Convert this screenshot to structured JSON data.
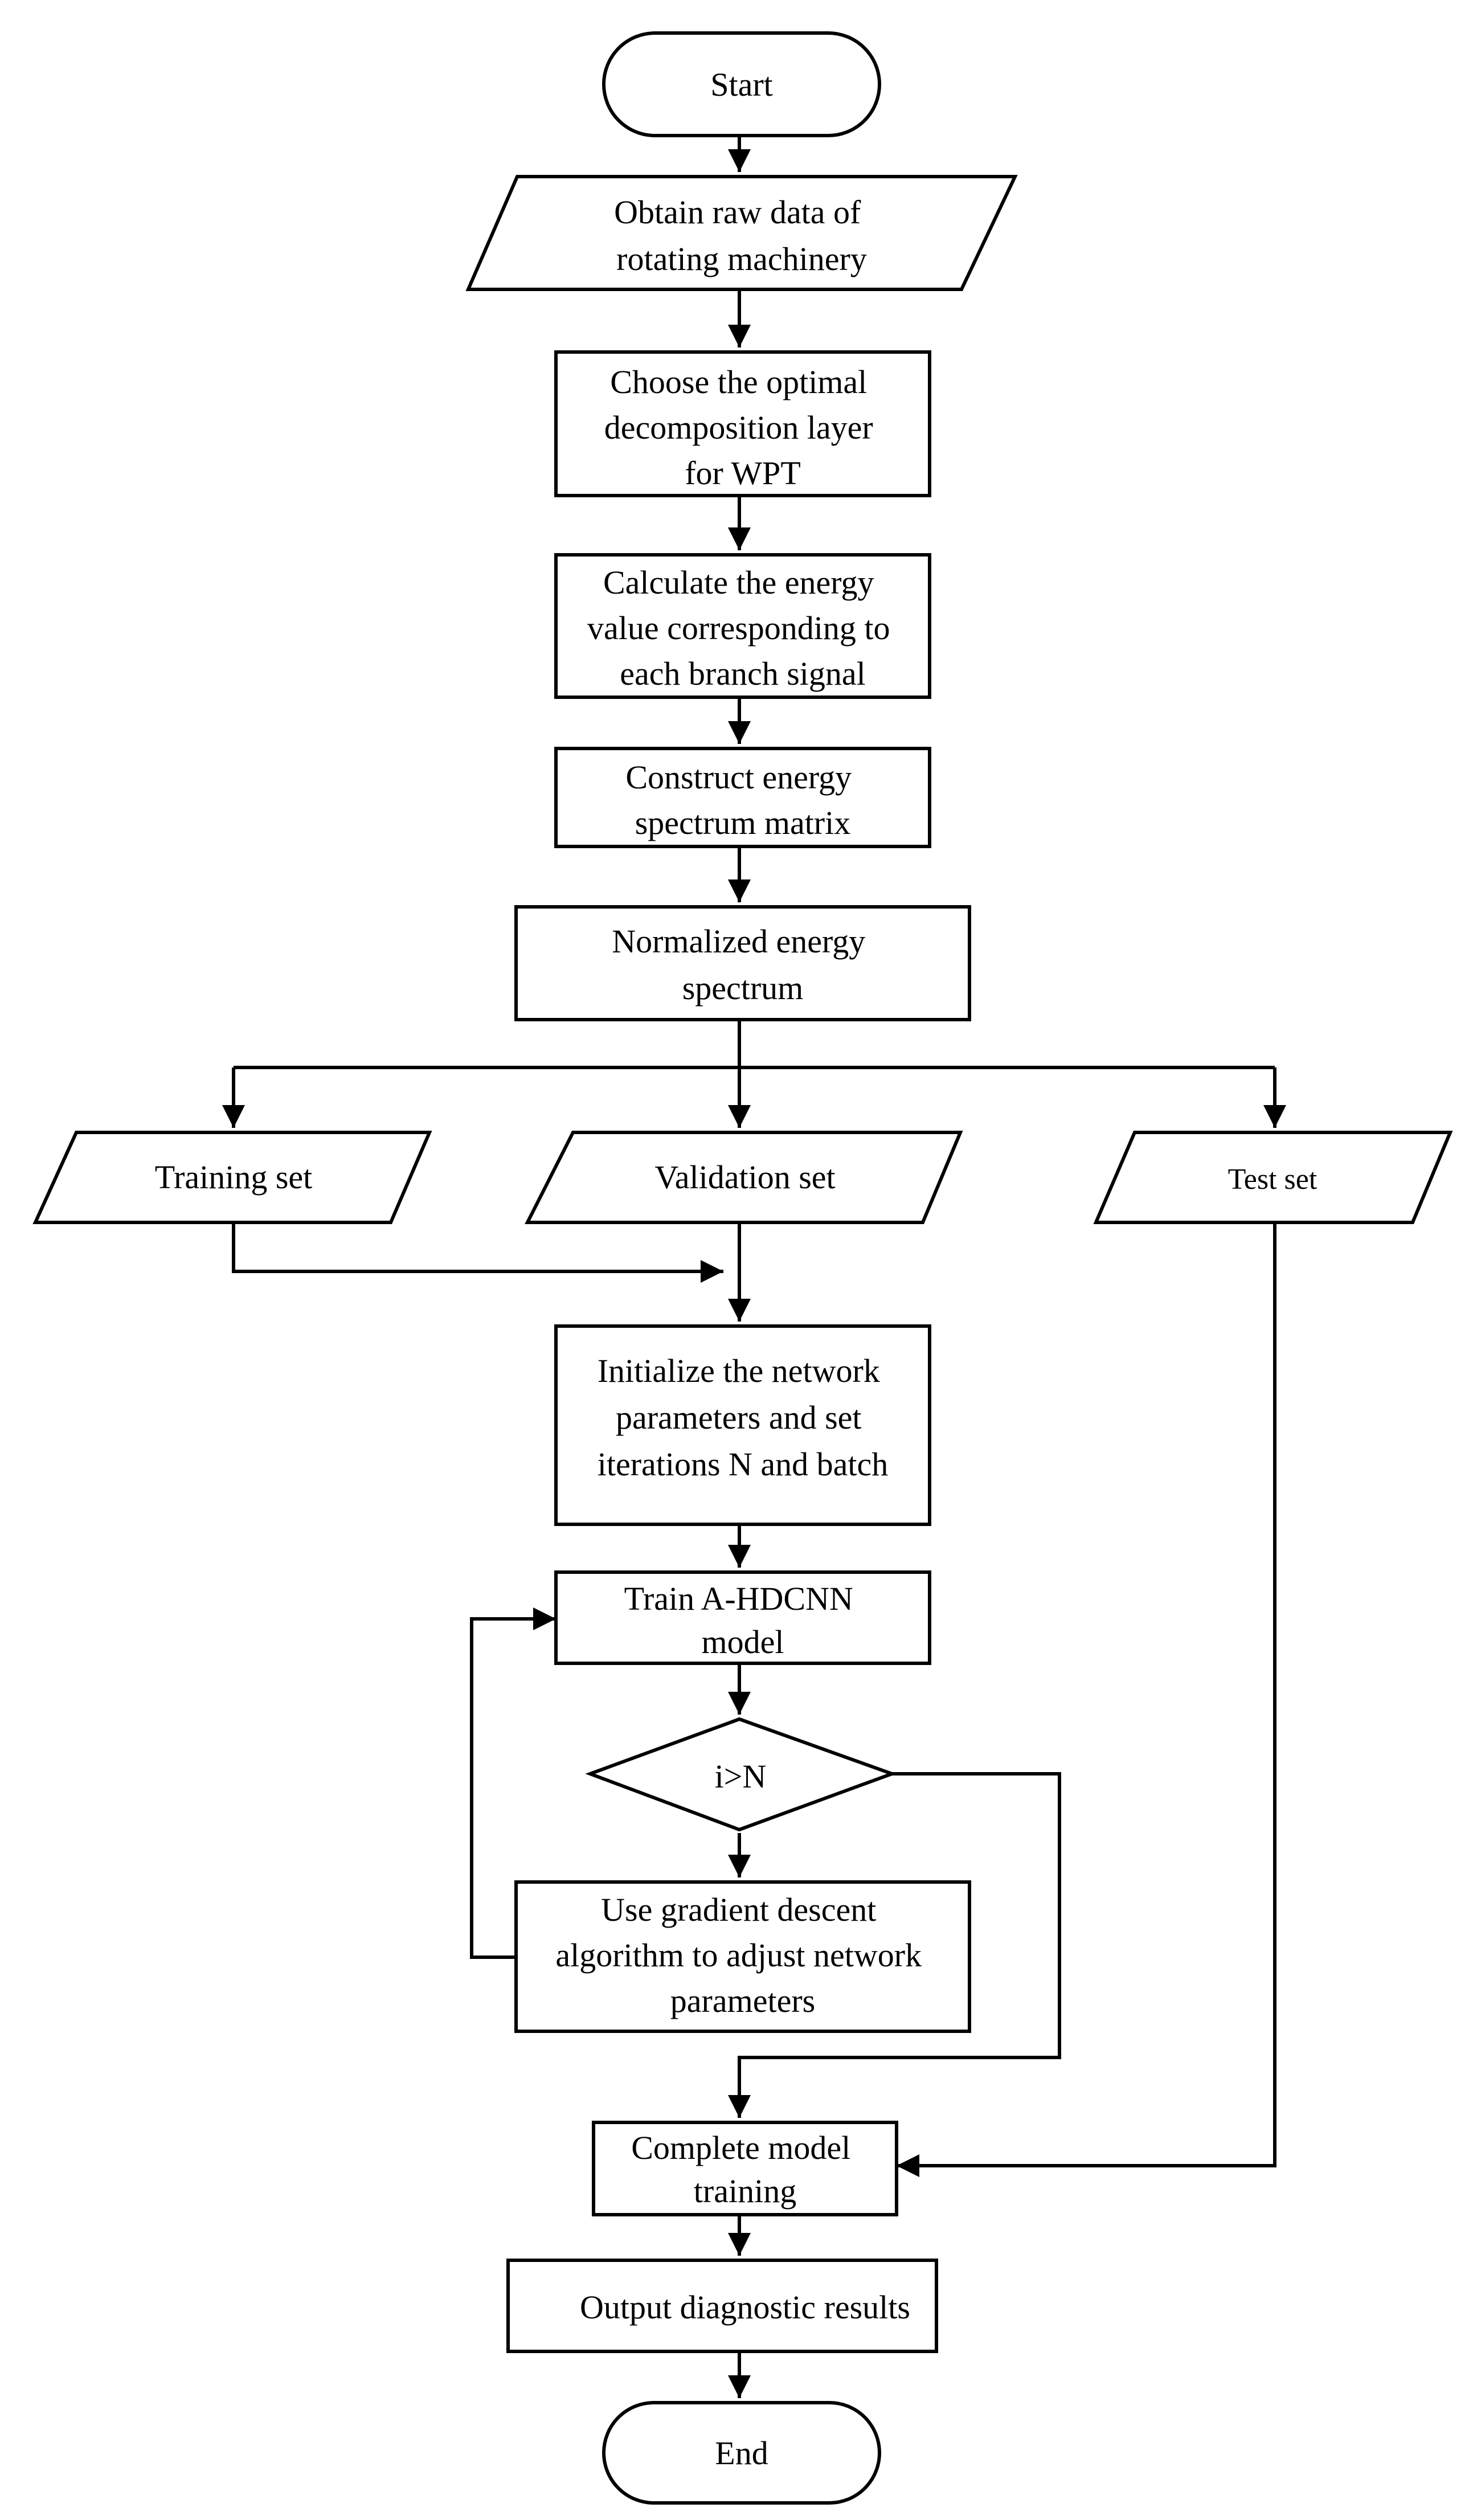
{
  "nodes": {
    "start": {
      "lines": [
        "Start"
      ]
    },
    "obtain": {
      "lines": [
        "Obtain raw data of",
        "rotating machinery"
      ]
    },
    "choose": {
      "lines": [
        "Choose the optimal",
        "decomposition layer",
        "for WPT"
      ]
    },
    "calculate": {
      "lines": [
        "Calculate the energy",
        "value corresponding to",
        "each branch signal"
      ]
    },
    "construct": {
      "lines": [
        "Construct energy",
        "spectrum matrix"
      ]
    },
    "normalized": {
      "lines": [
        "Normalized energy",
        "spectrum"
      ]
    },
    "training": {
      "lines": [
        "Training set"
      ]
    },
    "validation": {
      "lines": [
        "Validation set"
      ]
    },
    "test": {
      "lines": [
        "Test set"
      ]
    },
    "initialize": {
      "lines": [
        "Initialize the network",
        "parameters and set",
        "iterations N and  batch"
      ]
    },
    "train": {
      "lines": [
        "Train A-HDCNN",
        "model"
      ]
    },
    "decision": {
      "lines": [
        "i>N"
      ]
    },
    "gradient": {
      "lines": [
        "Use gradient descent",
        "algorithm to adjust network",
        "parameters"
      ]
    },
    "complete": {
      "lines": [
        "Complete model",
        "training"
      ]
    },
    "output": {
      "lines": [
        "Output diagnostic results"
      ]
    },
    "end": {
      "lines": [
        "End"
      ]
    }
  }
}
